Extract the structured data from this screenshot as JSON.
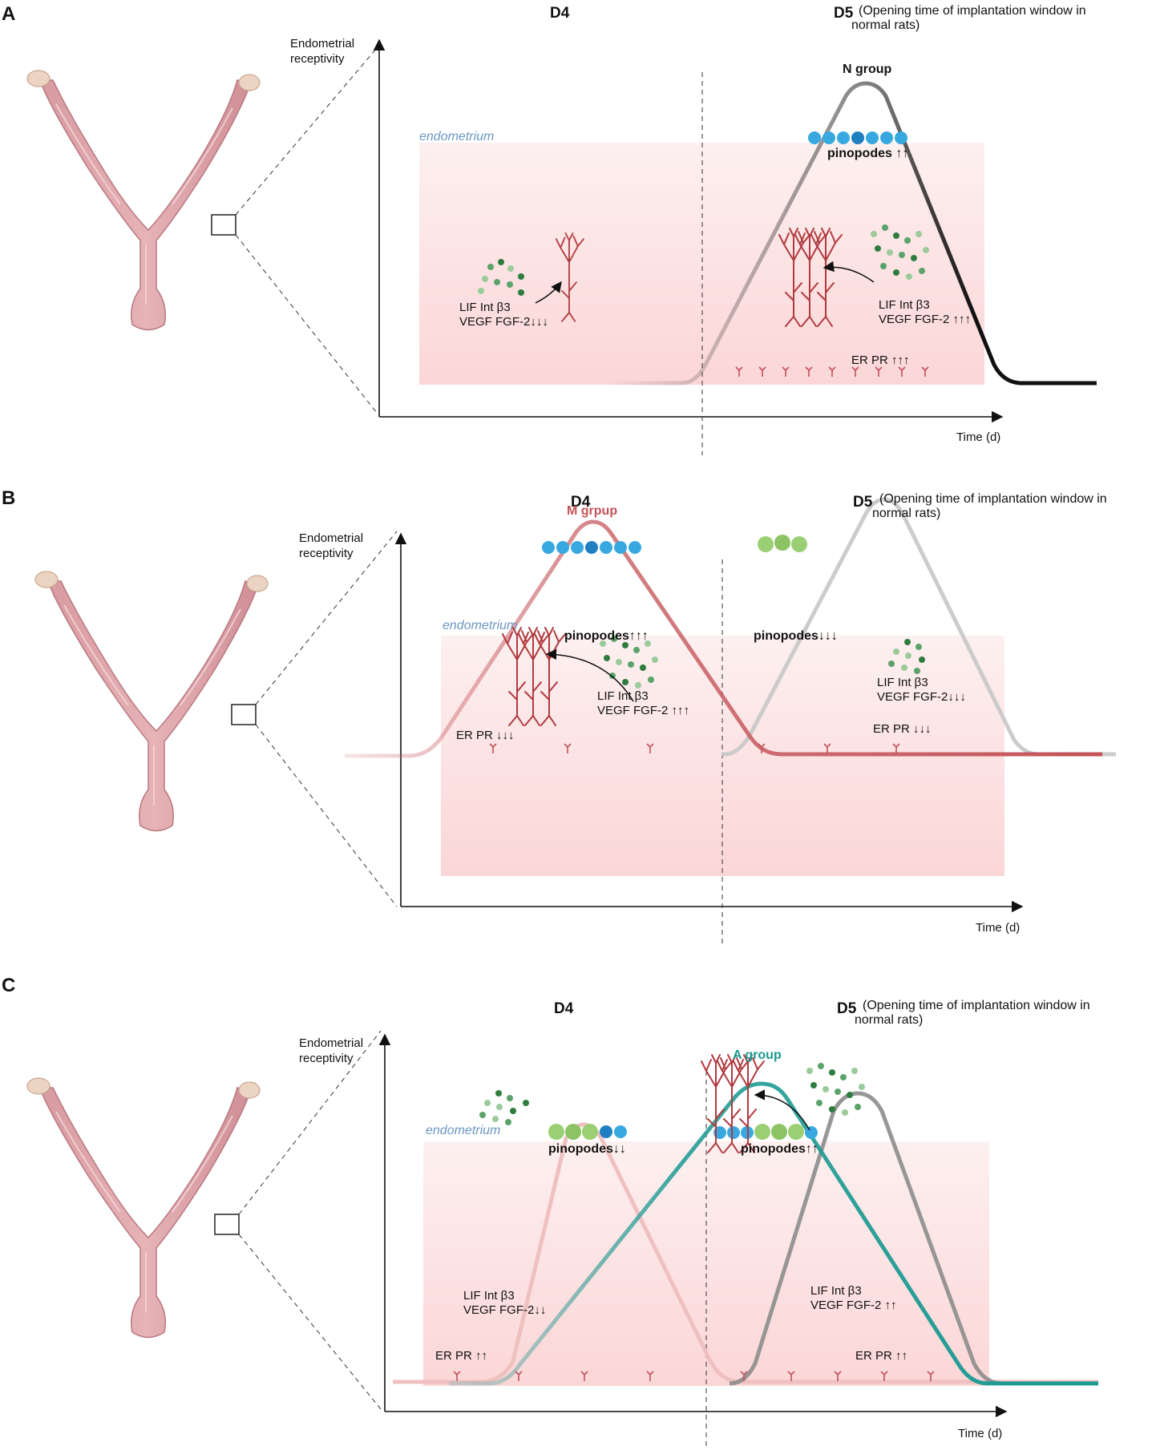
{
  "panels": [
    {
      "label": "A",
      "d4": "D4",
      "d5": "D5",
      "d5_note_1": "(Opening time of implantation window in",
      "d5_note_2": "normal rats)",
      "ylabel_1": "Endometrial",
      "ylabel_2": "receptivity",
      "xlabel": "Time  (d)",
      "endometrium": "endometrium",
      "group_label": "N group",
      "group_color": "#111111",
      "pinopodes": [
        {
          "text": "pinopodes",
          "arrows": " ↑↑"
        }
      ],
      "molecules": [
        {
          "line1": "LIF   Int β3",
          "line2": "VEGF FGF-2↓↓↓"
        },
        {
          "line1": "LIF   Int β3",
          "line2": "VEGF FGF-2 ↑↑↑"
        }
      ],
      "receptors": [
        {
          "text": "ER  PR ↑↑↑"
        }
      ]
    },
    {
      "label": "B",
      "d4": "D4",
      "d5": "D5",
      "d5_note_1": "(Opening time of implantation window in",
      "d5_note_2": "normal rats)",
      "ylabel_1": "Endometrial",
      "ylabel_2": "receptivity",
      "xlabel": "Time  (d)",
      "endometrium": "endometrium",
      "group_label": "M grpup",
      "group_color": "#c45459",
      "pinopodes": [
        {
          "text": "pinopodes",
          "arrows": "↑↑↑"
        },
        {
          "text": "pinopodes",
          "arrows": "↓↓↓"
        }
      ],
      "molecules": [
        {
          "line1": "LIF   Int β3",
          "line2": "VEGF FGF-2 ↑↑↑"
        },
        {
          "line1": "LIF   Int β3",
          "line2": "VEGF FGF-2↓↓↓"
        }
      ],
      "receptors": [
        {
          "text": "ER  PR ↓↓↓"
        },
        {
          "text": "ER  PR ↓↓↓"
        }
      ]
    },
    {
      "label": "C",
      "d4": "D4",
      "d5": "D5",
      "d5_note_1": "(Opening time of implantation window in",
      "d5_note_2": "normal rats)",
      "ylabel_1": "Endometrial",
      "ylabel_2": "receptivity",
      "xlabel": "Time  (d)",
      "endometrium": "endometrium",
      "group_label": "A group",
      "group_color": "#1a9a92",
      "pinopodes": [
        {
          "text": "pinopodes",
          "arrows": "↓↓"
        },
        {
          "text": "pinopodes",
          "arrows": "↑↑"
        }
      ],
      "molecules": [
        {
          "line1": "LIF   Int β3",
          "line2": "VEGF FGF-2↓↓"
        },
        {
          "line1": "LIF   Int β3",
          "line2": "VEGF FGF-2 ↑↑"
        }
      ],
      "receptors": [
        {
          "text": "ER  PR ↑↑"
        },
        {
          "text": "ER  PR ↑↑"
        }
      ]
    }
  ]
}
